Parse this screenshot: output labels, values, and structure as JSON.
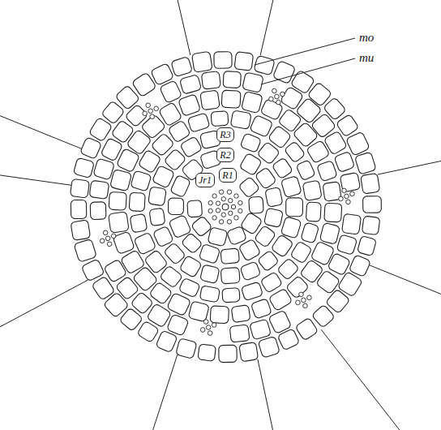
{
  "diagram": {
    "nodes": [
      {
        "text": [
          "R3"
        ]
      },
      {
        "text": [
          "R2"
        ]
      },
      {
        "text": [
          "R1"
        ]
      },
      {
        "text": [
          "Jr1"
        ]
      }
    ],
    "labels": [
      "mo",
      "mu"
    ]
  }
}
